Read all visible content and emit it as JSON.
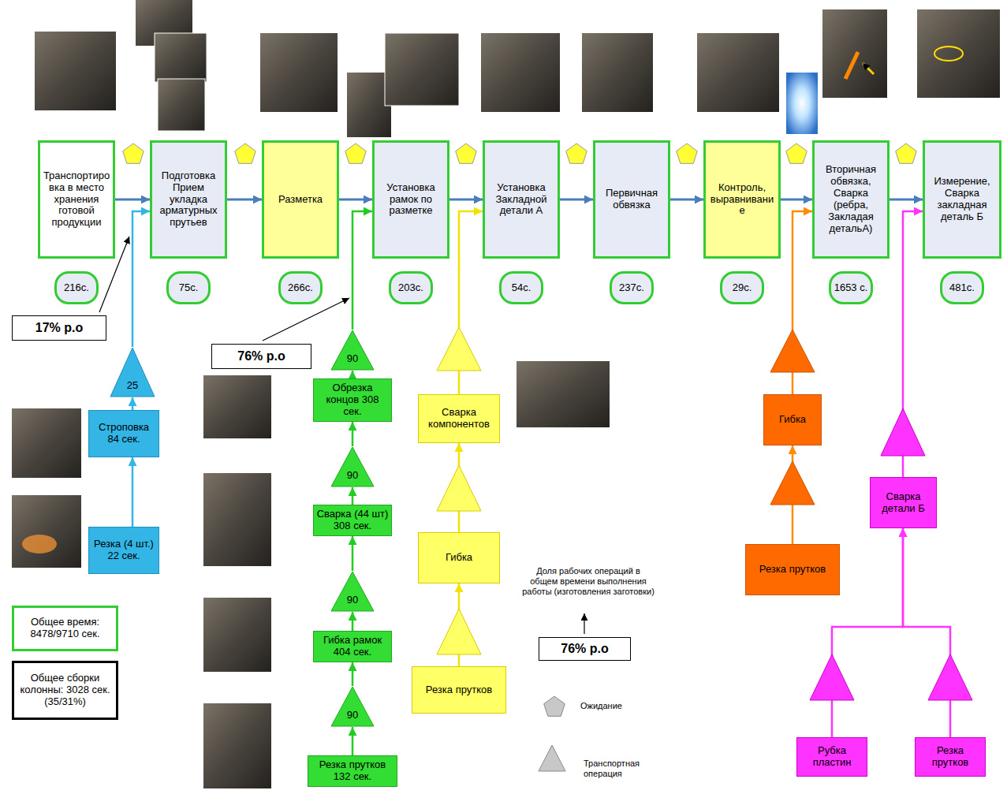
{
  "diagram": {
    "nodes": [
      {
        "text": [
          "Транспортировка в место хранения готовой продукции"
        ]
      },
      {
        "text": [
          "Подготовка Прием укладка арматурных прутьев"
        ]
      },
      {
        "text": [
          "Разметка"
        ]
      },
      {
        "text": [
          "Установка рамок по разметке"
        ]
      },
      {
        "text": [
          "Установка Закладной детали А"
        ]
      },
      {
        "text": [
          "Первичная обвязка"
        ]
      },
      {
        "text": [
          "Контроль, выравнивание"
        ]
      },
      {
        "text": [
          "Вторичная обвязка, Сварка (ребра, Закладая детальА)"
        ]
      },
      {
        "text": [
          "Измерение, Сварка закладная деталь Б"
        ]
      },
      {
        "text": [
          "216с."
        ]
      },
      {
        "text": [
          "75с."
        ]
      },
      {
        "text": [
          "266с."
        ]
      },
      {
        "text": [
          "203с."
        ]
      },
      {
        "text": [
          "54с."
        ]
      },
      {
        "text": [
          "237с."
        ]
      },
      {
        "text": [
          "29с."
        ]
      },
      {
        "text": [
          "1653 с."
        ]
      },
      {
        "text": [
          "481с."
        ]
      },
      {
        "text": [
          "17% р.о"
        ]
      },
      {
        "text": [
          "76% р.о"
        ]
      },
      {
        "text": [
          "25"
        ]
      },
      {
        "text": [
          "Строповка 84 сек."
        ]
      },
      {
        "text": [
          "Резка (4 шт.) 22 сек."
        ]
      },
      {
        "text": [
          "90"
        ]
      },
      {
        "text": [
          "Обрезка концов 308 сек."
        ]
      },
      {
        "text": [
          "90"
        ]
      },
      {
        "text": [
          "Сварка (44 шт) 308 сек."
        ]
      },
      {
        "text": [
          "90"
        ]
      },
      {
        "text": [
          "Гибка рамок 404 сек."
        ]
      },
      {
        "text": [
          "90"
        ]
      },
      {
        "text": [
          "Резка прутков 132 сек."
        ]
      },
      {
        "text": [
          "Сварка компонентов"
        ]
      },
      {
        "text": [
          "Гибка"
        ]
      },
      {
        "text": [
          "Резка прутков"
        ]
      },
      {
        "text": [
          "Гибка"
        ]
      },
      {
        "text": [
          "Резка прутков"
        ]
      },
      {
        "text": [
          "Сварка детали Б"
        ]
      },
      {
        "text": [
          "Рубка пластин"
        ]
      },
      {
        "text": [
          "Резка прутков"
        ]
      },
      {
        "text": [
          "76% р.о"
        ]
      },
      {
        "text": [
          "Общее время: 8478/9710 сек."
        ]
      },
      {
        "text": [
          "Общее сборки колонны: 3028 сек. (35/31%)"
        ]
      }
    ],
    "edges": [
      {
        "from": 0,
        "to": 1,
        "arrow": "to"
      },
      {
        "from": 1,
        "to": 2,
        "arrow": "to"
      },
      {
        "from": 2,
        "to": 3,
        "arrow": "to"
      },
      {
        "from": 3,
        "to": 4,
        "arrow": "to"
      },
      {
        "from": 4,
        "to": 5,
        "arrow": "to"
      },
      {
        "from": 5,
        "to": 6,
        "arrow": "to"
      },
      {
        "from": 6,
        "to": 7,
        "arrow": "to"
      },
      {
        "from": 7,
        "to": 8,
        "arrow": "to"
      },
      {
        "from": 22,
        "to": 21,
        "arrow": "to"
      },
      {
        "from": 21,
        "to": 20,
        "arrow": "to"
      },
      {
        "from": 20,
        "to": 1,
        "arrow": "to"
      },
      {
        "from": 30,
        "to": 29,
        "arrow": "to"
      },
      {
        "from": 29,
        "to": 28,
        "arrow": "to"
      },
      {
        "from": 28,
        "to": 27,
        "arrow": "to"
      },
      {
        "from": 27,
        "to": 26,
        "arrow": "to"
      },
      {
        "from": 26,
        "to": 25,
        "arrow": "to"
      },
      {
        "from": 25,
        "to": 24,
        "arrow": "to"
      },
      {
        "from": 24,
        "to": 23,
        "arrow": "to"
      },
      {
        "from": 23,
        "to": 3,
        "arrow": "to"
      },
      {
        "from": 33,
        "to": 32,
        "arrow": "to"
      },
      {
        "from": 32,
        "to": 31,
        "arrow": "to"
      },
      {
        "from": 31,
        "to": 4,
        "arrow": "to"
      },
      {
        "from": 35,
        "to": 34,
        "arrow": "to"
      },
      {
        "from": 34,
        "to": 7,
        "arrow": "to"
      },
      {
        "from": 37,
        "to": 36,
        "arrow": "to"
      },
      {
        "from": 38,
        "to": 36,
        "arrow": "to"
      },
      {
        "from": 36,
        "to": 8,
        "arrow": "to"
      }
    ],
    "labels": [
      "Доля рабочих операций в общем времени выполнения работы (изготовления заготовки)"
    ],
    "legend": [
      {
        "text": "Ожидание"
      },
      {
        "text": "Транспортная операция"
      }
    ]
  }
}
